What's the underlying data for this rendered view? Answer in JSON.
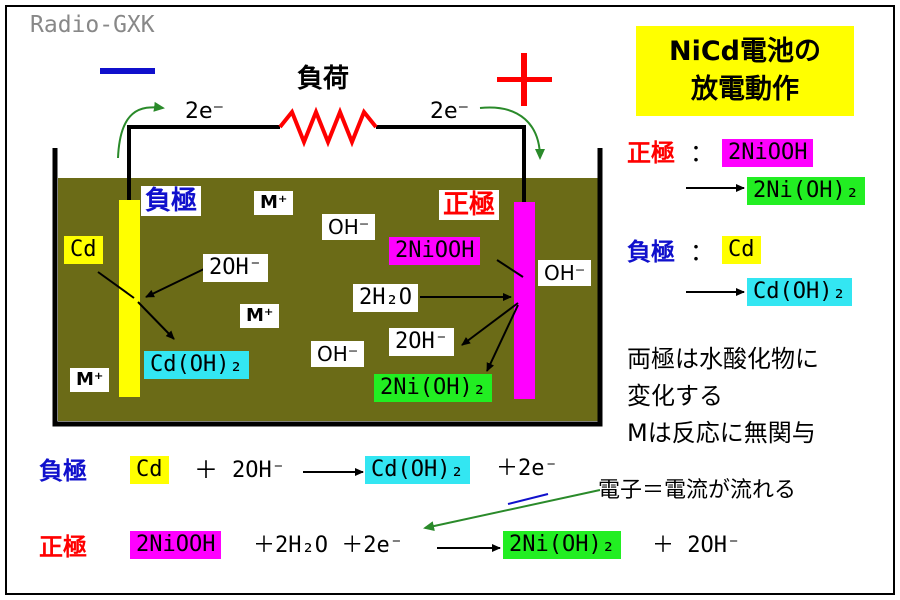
{
  "watermark": "Radio-GXK",
  "title": {
    "line1": "NiCd電池の",
    "line2": "放電動作"
  },
  "polarity": {
    "minus": "−",
    "plus": "+"
  },
  "load": "負荷",
  "electron_flow_left": "2e⁻",
  "electron_flow_right": "2e⁻",
  "cell": {
    "negative_label": "負極",
    "positive_label": "正極",
    "cd": "Cd",
    "cdoh2": "Cd(OH)₂",
    "two_oh_left": "2OH⁻",
    "m_ion": "M⁺",
    "oh_ion": "OH⁻",
    "two_niooh": "2NiOOH",
    "two_h2o": "2H₂O",
    "two_oh_right": "2OH⁻",
    "two_nioh2": "2Ni(OH)₂"
  },
  "side": {
    "pos_label": "正極",
    "colon": "：",
    "pos_reactant": "2NiOOH",
    "pos_product": "2Ni(OH)₂",
    "neg_label": "負極",
    "neg_reactant": "Cd",
    "neg_product": "Cd(OH)₂",
    "note1": "両極は水酸化物に",
    "note2": "変化する",
    "note3": "Mは反応に無関与"
  },
  "eq_neg": {
    "label": "負極",
    "a": "Cd",
    "plus1": "＋",
    "b": "2OH⁻",
    "product": "Cd(OH)₂",
    "tail": "＋2e⁻"
  },
  "eq_pos": {
    "label": "正極",
    "a": "2NiOOH",
    "b": "＋2H₂O ＋2e⁻",
    "product": "2Ni(OH)₂",
    "tail": "＋ 2OH⁻"
  },
  "electron_note": "電子＝電流が流れる",
  "colors": {
    "electrolyte": "#6b6b17",
    "neg_electrode": "#ffff00",
    "pos_electrode": "#ff00ff",
    "cyan_box": "#33e6f2",
    "green_box": "#22ee22",
    "title_bg": "#ffff00",
    "red": "#ff0000",
    "blue": "#1010cc",
    "arrow_green": "#2a8a2a"
  }
}
